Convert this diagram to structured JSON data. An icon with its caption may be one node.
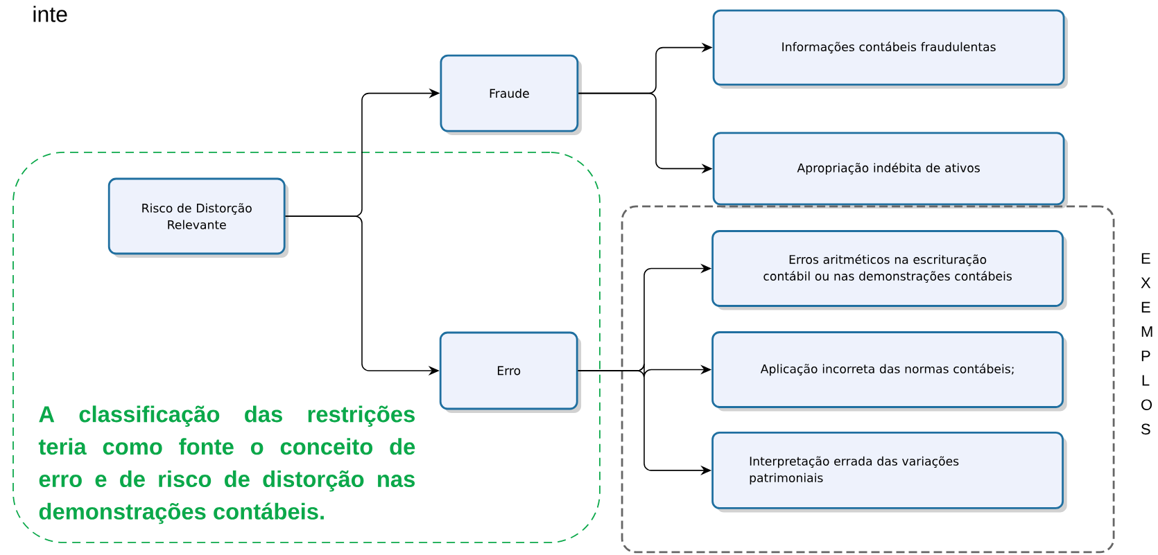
{
  "diagram": {
    "nodes": [
      {
        "text": [
          "A classificação das restrições teria como fonte o conceito de erro e de risco de distorção nas demonstrações contábeis."
        ]
      },
      {
        "text": [
          "Risco de Distorção Relevante"
        ],
        "in": 0
      },
      {
        "text": [
          "Fraude"
        ]
      },
      {
        "text": [
          "Erro"
        ],
        "in": 0
      },
      {
        "text": [
          "Informações contábeis fraudulentas"
        ]
      },
      {
        "text": [
          "Apropriação indébita de ativos"
        ]
      },
      {
        "text": [
          "EXEMPLOS"
        ]
      },
      {
        "text": [
          "Erros aritméticos na escrituração contábil ou nas demonstrações contábeis"
        ],
        "in": 6
      },
      {
        "text": [
          "Aplicação incorreta das normas contábeis;"
        ],
        "in": 6
      },
      {
        "text": [
          "Interpretação errada das variações patrimoniais"
        ],
        "in": 6
      }
    ],
    "edges": [
      {
        "from": 1,
        "to": 2,
        "arrow": "to"
      },
      {
        "from": 1,
        "to": 3,
        "arrow": "to"
      },
      {
        "from": 2,
        "to": 4,
        "arrow": "to"
      },
      {
        "from": 2,
        "to": 5,
        "arrow": "to"
      },
      {
        "from": 3,
        "to": 7,
        "arrow": "to"
      },
      {
        "from": 3,
        "to": 8,
        "arrow": "to"
      },
      {
        "from": 3,
        "to": 9,
        "arrow": "to"
      }
    ],
    "labels": [
      "inte"
    ]
  }
}
